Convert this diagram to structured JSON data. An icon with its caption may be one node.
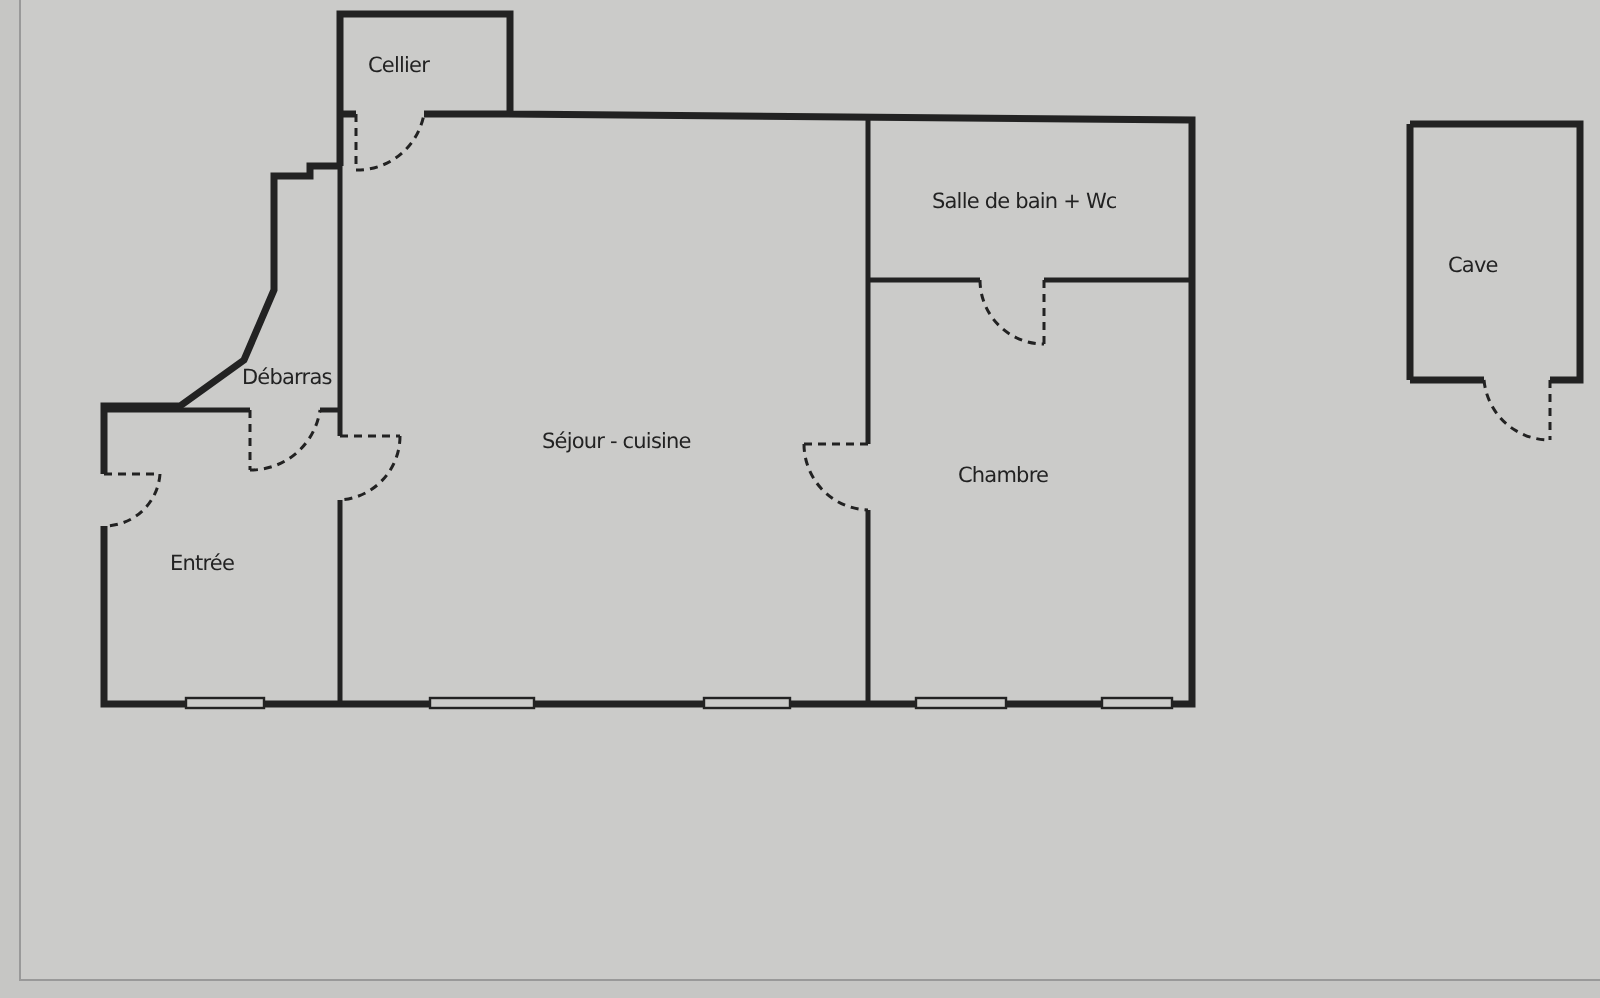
{
  "diagram": {
    "nodes": [
      {
        "text": [
          "Cellier"
        ]
      },
      {
        "text": [
          "Débarras"
        ]
      },
      {
        "text": [
          "Séjour - cuisine"
        ]
      },
      {
        "text": [
          "Salle de bain + Wc"
        ]
      },
      {
        "text": [
          "Chambre"
        ]
      },
      {
        "text": [
          "Entrée"
        ]
      },
      {
        "text": [
          "Cave"
        ]
      }
    ]
  }
}
